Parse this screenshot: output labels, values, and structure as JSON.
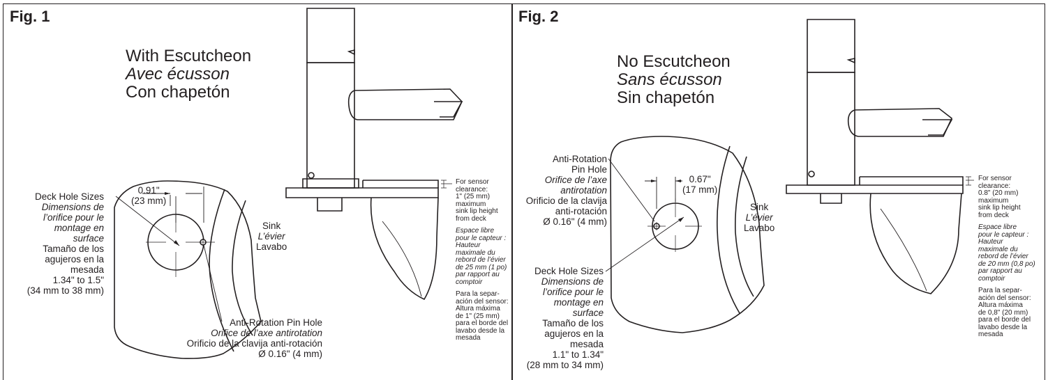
{
  "fig1": {
    "label": "Fig. 1",
    "title": [
      "With Escutcheon",
      "Avec écusson",
      "Con chapetón"
    ],
    "dim_center": [
      "0.91\"",
      "(23 mm)"
    ],
    "deck_hole": [
      "Deck Hole Sizes",
      "Dimensions de",
      "l’orifice pour le",
      "montage en",
      "surface",
      "Tamaño de los",
      "agujeros en la",
      "mesada",
      "1.34\" to 1.5\"",
      "(34 mm to 38 mm)"
    ],
    "sink": [
      "Sink",
      "L’évier",
      "Lavabo"
    ],
    "pin_hole": [
      "Anti-Rotation Pin Hole",
      "Orifice de l’axe antirotation",
      "Orificio de la clavija anti-rotación",
      "Ø 0.16\" (4 mm)"
    ],
    "clearance_en": [
      "For sensor",
      "clearance:",
      "1\" (25 mm)",
      "maximum",
      "sink lip height",
      "from deck"
    ],
    "clearance_fr": [
      "Espace libre",
      "pour le capteur :",
      "Hauteur",
      "maximale du",
      "rebord de l’évier",
      "de 25 mm (1 po)",
      "par  rapport au",
      "comptoir"
    ],
    "clearance_es": [
      "Para la separ-",
      "ación del sensor:",
      "Altura máxima",
      "de 1\" (25 mm)",
      "para el borde del",
      "lavabo desde la",
      "mesada"
    ]
  },
  "fig2": {
    "label": "Fig. 2",
    "title": [
      "No Escutcheon",
      "Sans écusson",
      "Sin chapetón"
    ],
    "dim_center": [
      "0.67\"",
      "(17 mm)"
    ],
    "pin_hole": [
      "Anti-Rotation",
      "Pin Hole",
      "Orifice de l’axe",
      "antirotation",
      "Orificio de la clavija",
      "anti-rotación",
      "Ø 0.16\" (4 mm)"
    ],
    "sink": [
      "Sink",
      "L’évier",
      "Lavabo"
    ],
    "deck_hole": [
      "Deck Hole Sizes",
      "Dimensions de",
      "l’orifice pour le",
      "montage en",
      "surface",
      "Tamaño de los",
      "agujeros en la",
      "mesada",
      "1.1\" to 1.34\"",
      "(28 mm to 34 mm)"
    ],
    "clearance_en": [
      "For sensor",
      "clearance:",
      "0.8\" (20 mm)",
      "maximum",
      "sink lip height",
      "from deck"
    ],
    "clearance_fr": [
      "Espace libre",
      "pour le capteur :",
      "Hauteur",
      "maximale du",
      "rebord de l’évier",
      "de 20 mm (0,8 po)",
      "par rapport au",
      "comptoir"
    ],
    "clearance_es": [
      "Para la separ-",
      "ación del sensor:",
      "Altura máxima",
      "de 0,8\" (20 mm)",
      "para el borde del",
      "lavabo desde la",
      "mesada"
    ]
  }
}
